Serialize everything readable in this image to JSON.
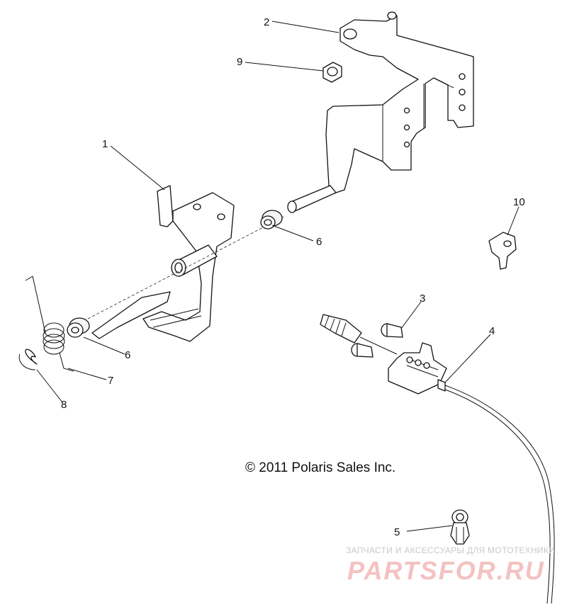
{
  "callouts": {
    "c1": "1",
    "c2": "2",
    "c3": "3",
    "c4": "4",
    "c5": "5",
    "c6a": "6",
    "c6b": "6",
    "c7": "7",
    "c8": "8",
    "c9": "9",
    "c10": "10"
  },
  "copyright": "© 2011 Polaris Sales Inc.",
  "watermark": {
    "tagline": "ЗАПЧАСТИ И АКСЕССУАРЫ ДЛЯ МОТОТЕХНИКИ",
    "logo": "PARTSFOR.RU"
  },
  "colors": {
    "line": "#111111",
    "watermark_logo": "#f3c2c2",
    "watermark_tagline": "#c9c9c9"
  }
}
